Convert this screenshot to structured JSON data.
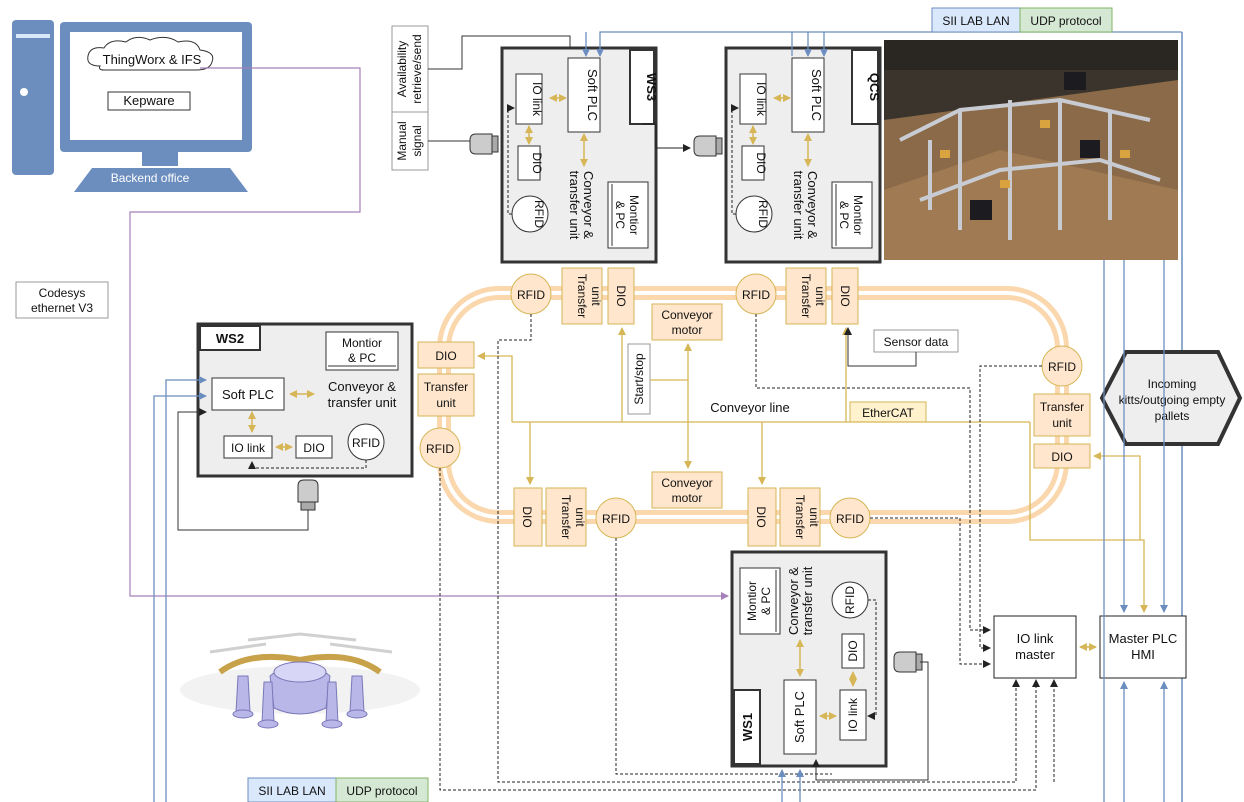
{
  "legend": {
    "lan": "SII LAB LAN",
    "udp": "UDP protocol"
  },
  "backend": {
    "cloud": "ThingWorx & IFS",
    "kepware": "Kepware",
    "caption": "Backend office"
  },
  "codesys": [
    "Codesys",
    "ethernet V3"
  ],
  "availability": [
    "Availability",
    "retrieve/send"
  ],
  "manual_signal": [
    "Manual",
    "signal"
  ],
  "stations": {
    "ws3": {
      "name": "WS3",
      "softplc": "Soft PLC",
      "iolink": "IO link",
      "dio": "DIO",
      "rfid": "RFID",
      "conveyor": [
        "Conveyor &",
        "transfer unit"
      ],
      "monitor": [
        "Montior",
        "& PC"
      ]
    },
    "qcs": {
      "name": "QCS",
      "softplc": "Soft PLC",
      "iolink": "IO link",
      "dio": "DIO",
      "rfid": "RFID",
      "conveyor": [
        "Conveyor &",
        "transfer unit"
      ],
      "monitor": [
        "Montior",
        "& PC"
      ]
    },
    "ws2": {
      "name": "WS2",
      "softplc": "Soft PLC",
      "iolink": "IO link",
      "dio": "DIO",
      "rfid": "RFID",
      "conveyor": [
        "Conveyor &",
        "transfer unit"
      ],
      "monitor": [
        "Montior",
        "& PC"
      ]
    },
    "ws1": {
      "name": "WS1",
      "softplc": "Soft PLC",
      "iolink": "IO link",
      "dio": "DIO",
      "rfid": "RFID",
      "conveyor": [
        "Conveyor &",
        "transfer unit"
      ],
      "monitor": [
        "Montior",
        "& PC"
      ]
    }
  },
  "line": {
    "rfid": "RFID",
    "dio": "DIO",
    "transfer": [
      "Transfer",
      "unit"
    ],
    "motor": [
      "Conveyor",
      "motor"
    ],
    "start_stop": "Start/stop",
    "sensor_data": "Sensor data",
    "conveyor_line": "Conveyor line",
    "ethercat": "EtherCAT"
  },
  "incoming": [
    "Incoming",
    "kitts/outgoing empty",
    "pallets"
  ],
  "iolink_master": [
    "IO link",
    "master"
  ],
  "master_plc": [
    "Master PLC",
    "HMI"
  ],
  "colors": {
    "lan": "#6c8ebf",
    "lan_fill": "#dae8fc",
    "udp_fill": "#d5e8d4",
    "ethercat": "#d6b656",
    "ethercat_fill": "#ffe6cc",
    "loop": "#fad7ac",
    "station_fill": "#eeeeee",
    "station_border": "#333333",
    "photo_dark": "#3b342c"
  }
}
